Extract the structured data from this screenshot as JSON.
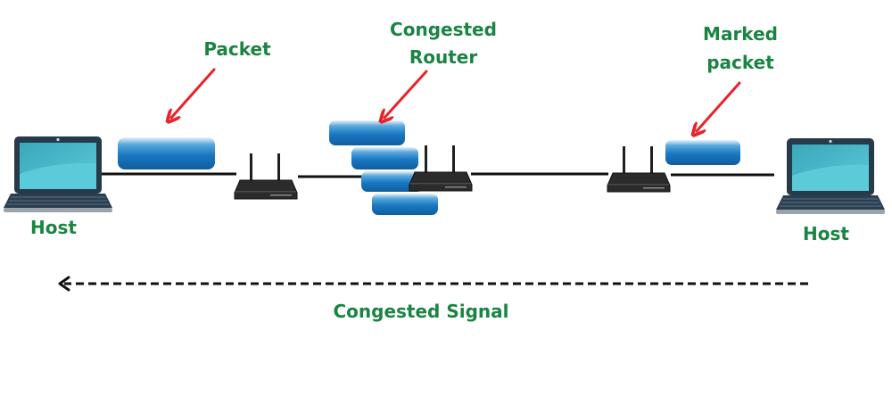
{
  "diagram": {
    "title": "Explicit Congestion Notification",
    "colors": {
      "label_green": "#1a8442",
      "arrow_red": "#e8232a",
      "packet_blue": "#1a78c2",
      "link_black": "#111111",
      "router_dark": "#2a2a2a",
      "laptop_screen": "#4fbfd0",
      "laptop_frame": "#263a4a"
    },
    "nodes": {
      "host_left": {
        "label": "Host",
        "type": "laptop"
      },
      "router_1": {
        "type": "router"
      },
      "router_congested": {
        "type": "router",
        "label": "Congested Router"
      },
      "router_3": {
        "type": "router"
      },
      "host_right": {
        "label": "Host",
        "type": "laptop"
      }
    },
    "annotations": {
      "packet": "Packet",
      "congested_router_line1": "Congested",
      "congested_router_line2": "Router",
      "marked_packet_line1": "Marked",
      "marked_packet_line2": "packet",
      "signal": "Congested Signal"
    },
    "queued_packets_at_congested_router": 4,
    "signal_direction": "right-to-left"
  }
}
